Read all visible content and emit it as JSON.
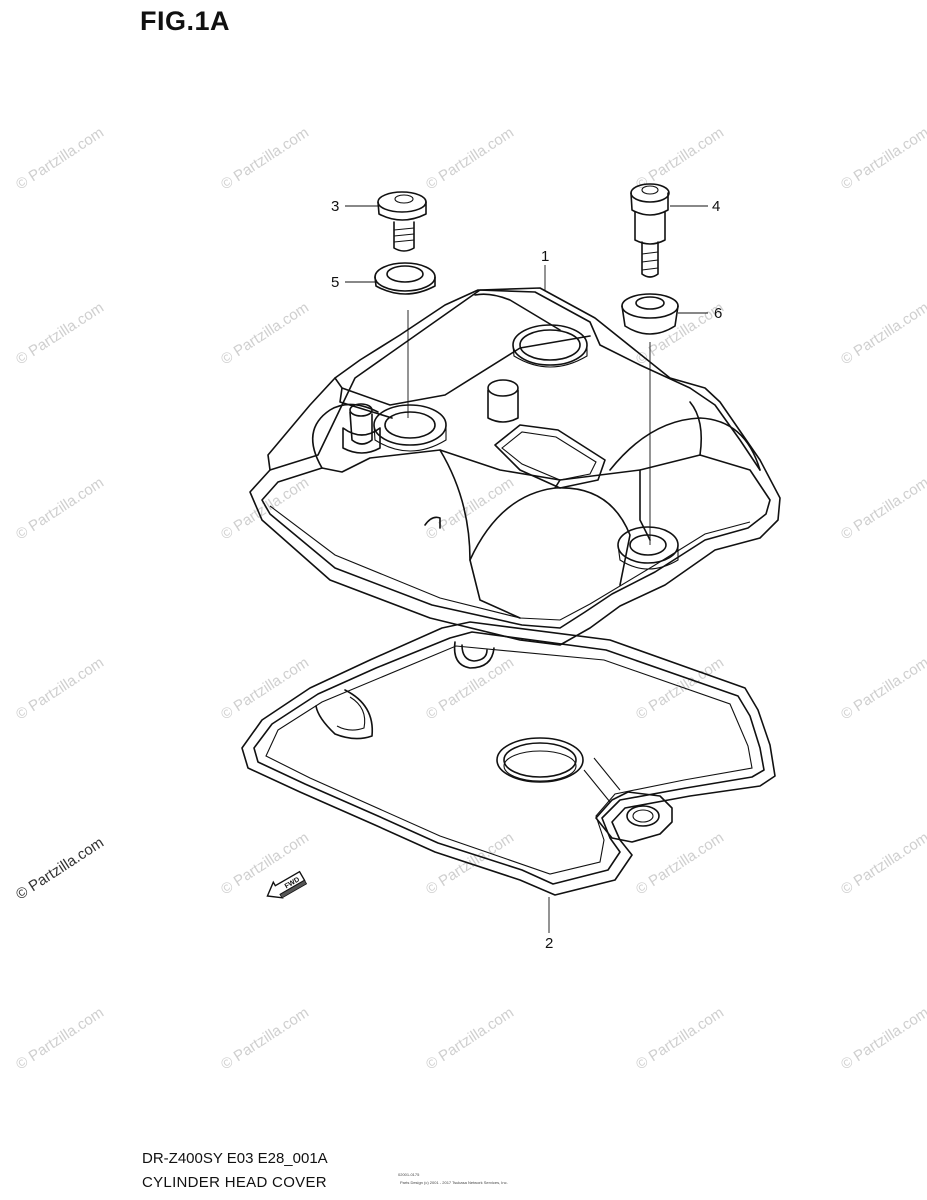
{
  "figure": {
    "title": "FIG.1A"
  },
  "footer": {
    "model_code": "DR-Z400SY E03 E28_001A",
    "sheet_title": "CYLINDER HEAD COVER",
    "ref_code": "02001-0175",
    "copyright": "Parts Design (c) 2001 - 2017 Tsukasa Network Services, Inc."
  },
  "callouts": [
    "1",
    "2",
    "3",
    "4",
    "5",
    "6"
  ],
  "watermark": {
    "text": "© Partzilla.com"
  },
  "fwd_label": "FWD"
}
